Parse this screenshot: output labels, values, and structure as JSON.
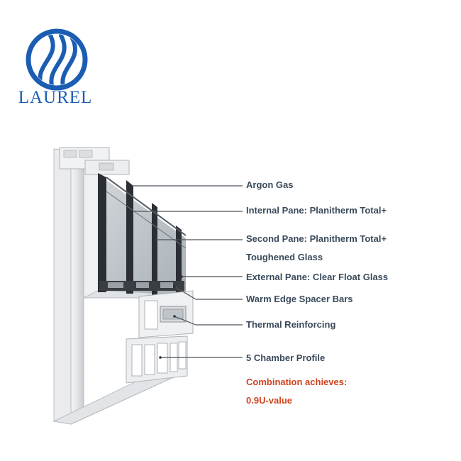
{
  "brand": {
    "name": "LAUREL",
    "color": "#1b5db3"
  },
  "labels": [
    "Argon Gas",
    "Internal Pane: Planitherm Total+",
    "Second Pane: Planitherm Total+",
    "Toughened Glass",
    "External Pane: Clear Float Glass",
    "Warm Edge Spacer Bars",
    "Thermal Reinforcing",
    "5 Chamber Profile"
  ],
  "result": {
    "line1": "Combination achieves:",
    "line2": "0.9U-value",
    "color": "#d0431f"
  }
}
